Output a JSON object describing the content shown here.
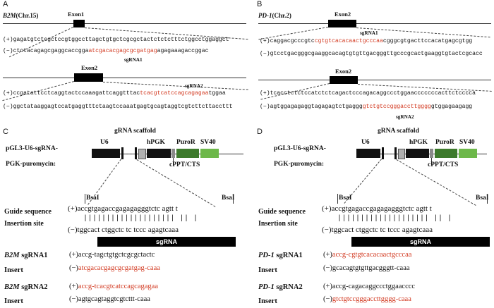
{
  "panelA": {
    "letter": "A",
    "gene": "B2M",
    "chr": "(Chr.15)",
    "exon1": "Exon1",
    "exon2": "Exon2",
    "seq1_plus_prefix": "(+)",
    "seq1_plus": "gagatgtctcgctccgtggccttagctgtgctcgcgctactctctctttctggcctggaggct",
    "seq1_minus_prefix": "(−)",
    "seq1_minus_a": "ctctacagagcgaggcaccgga",
    "seq1_minus_red": "atcgacacgagcgcgatgag",
    "seq1_minus_b": "agagaaagaccggac",
    "sgRNA1": "sgRNA1",
    "sgRNA2": "sgRNA2",
    "seq2_plus_prefix": "(+)",
    "seq2_plus_a": "ccgatattcctcaggtactccaaagattcaggtttac",
    "seq2_plus_red": "tcacgtcatccagcagagaa",
    "seq2_plus_b": "tggaa",
    "seq2_minus_prefix": "(−)",
    "seq2_minus": "ggctataaggagtccatgaggtttctaagtccaaatgagtgcagtaggtcgtcttcttaccttt"
  },
  "panelB": {
    "letter": "B",
    "gene": "PD-1",
    "chr": "(Chr.2)",
    "exon2": "Exon2",
    "sgRNA1": "sgRNA1",
    "sgRNA2": "sgRNA2",
    "seq1_plus_prefix": "(+)",
    "seq1_plus_a": "caggacgcccgtc",
    "seq1_plus_red": "cgtgtcacacaactgcccaa",
    "seq1_plus_b": "cgggcgtgacttccacatgagcgtgg",
    "seq1_minus_prefix": "(−)",
    "seq1_minus": "gtcctgacgggcgaaggcacagtgtgttgacgggttgcccgcactgaaggtgtactcgcacc",
    "seq2_plus_prefix": "(+)",
    "seq2_plus": "tcacctctctccatctctcagactcccagacaggccctggaacccccccacttctcccca",
    "seq2_minus_prefix": "(−)",
    "seq2_minus_a": "agtggagagaggtagagagtctgaggg",
    "seq2_minus_red": "gtctgtccgggaccttgggg",
    "seq2_minus_b": "gtggagaagagg"
  },
  "panelC": {
    "letter": "C",
    "gRNA_scaffold": "gRNA scaffold",
    "vector_line1": "pGL3-U6-sgRNA-",
    "vector_line2": "PGK-puromycin:",
    "U6": "U6",
    "hPGK": "hPGK",
    "PuroR": "PuroR",
    "SV40": "SV40",
    "cPPT": "cPPT/CTS",
    "BsaI_left": "BsaI",
    "BsaI_right": "BsaI",
    "guide_label": "Guide sequence",
    "insertion_label": "Insertion site",
    "guide_prefix": "(+)",
    "guide_seq": "accgtgagaccgagagagggtctc agtt t",
    "ticks": "|||||||||||||||||||| || |",
    "insert_prefix": "(−)",
    "insert_seq": "tggcact ctggctc tc tccc agagtcaaa",
    "sgRNA_bar": "sgRNA",
    "sg1_gene": "B2M",
    "sg1_label": " sgRNA1",
    "sg1_prefix": "(+)",
    "sg1_seq": "accg-tagctgtgctcgcgctactc",
    "sg1_insert_label": "Insert",
    "sg1_insert_prefix": "(−)",
    "sg1_insert_seq": "atcgacacgagcgcgatgag-caaa",
    "sg2_gene": "B2M",
    "sg2_label": " sgRNA2",
    "sg2_prefix": "(+)",
    "sg2_seq": "accg-tcacgtcatccagcagagaa",
    "sg2_insert_label": "Insert",
    "sg2_insert_prefix": "(−)",
    "sg2_insert_seq": "agtgcagtaggtcgtcttt-caaa"
  },
  "panelD": {
    "letter": "D",
    "gRNA_scaffold": "gRNA scaffold",
    "vector_line1": "pGL3-U6-sgRNA-",
    "vector_line2": "PGK-puromycin:",
    "U6": "U6",
    "hPGK": "hPGK",
    "PuroR": "PuroR",
    "SV40": "SV40",
    "cPPT": "cPPT/CTS",
    "BsaI_left": "BsaI",
    "BsaI_right": "BsaI",
    "guide_label": "Guide sequence",
    "insertion_label": "Insertion site",
    "guide_prefix": "(+)",
    "guide_seq": "accgtgagaccgagagagggtctc agtt t",
    "ticks": "|||||||||||||||||||| || |",
    "insert_prefix": "(−)",
    "insert_seq": "tggcact ctggctc tc tccc agagtcaaa",
    "sgRNA_bar": "sgRNA",
    "sg1_gene": "PD-1",
    "sg1_label": " sgRNA1",
    "sg1_prefix": "(+)",
    "sg1_seq": "accg-cgtgtcacacaactgcccaa",
    "sg1_insert_label": "Insert",
    "sg1_insert_prefix": "(−)",
    "sg1_insert_seq": "gcacagtgtgttgacgggtt-caaa",
    "sg2_gene": "PD-1",
    "sg2_label": " sgRNA2",
    "sg2_prefix": "(+)",
    "sg2_seq": "accg-cagacaggccctggaacccc",
    "sg2_insert_label": "Insert",
    "sg2_insert_prefix": "(−)",
    "sg2_insert_seq": "gtctgtccgggaccttgggg-caaa"
  },
  "colors": {
    "highlight": "#d2381f",
    "hPGK_fill": "#111111",
    "PuroR_fill": "#3d7a2c",
    "SV40_fill": "#6db84a",
    "cPPT_fill": "#8a8a8a",
    "scaffold_fill": "#b0b0b0"
  }
}
